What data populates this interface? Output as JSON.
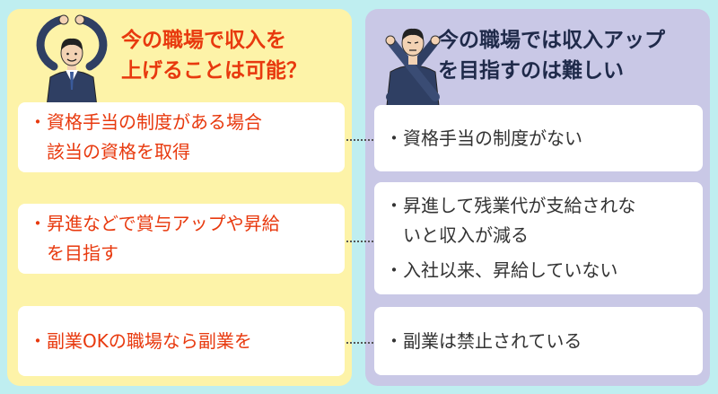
{
  "left_panel": {
    "title_lines": [
      "今の職場で収入を",
      "上げることは可能？"
    ],
    "items": [
      {
        "lines": [
          "資格手当の制度がある場合",
          "該当の資格を取得"
        ]
      },
      {
        "lines": [
          "昇進などで賞与アップや昇給",
          "を目指す"
        ]
      },
      {
        "lines": [
          "副業OKの職場なら副業を"
        ]
      }
    ]
  },
  "right_panel": {
    "title_lines": [
      "今の職場では収入アップ",
      "を目指すのは難しい"
    ],
    "groups": [
      [
        {
          "lines": [
            "資格手当の制度がない"
          ]
        }
      ],
      [
        {
          "lines": [
            "昇進して残業代が支給されな",
            "いと収入が減る"
          ]
        },
        {
          "lines": [
            "入社以来、昇給していない"
          ]
        }
      ],
      [
        {
          "lines": [
            "副業は禁止されている"
          ]
        }
      ]
    ]
  },
  "bullet": "・",
  "colors": {
    "background": "#bfeef0",
    "left_panel": "#fdf3a8",
    "right_panel": "#c9c8e6",
    "accent": "#e8390e",
    "right_title": "#1f2a4a"
  },
  "icons": {
    "left_figure": "man-arms-circle-ok-icon",
    "right_figure": "man-arms-crossed-ng-icon"
  }
}
